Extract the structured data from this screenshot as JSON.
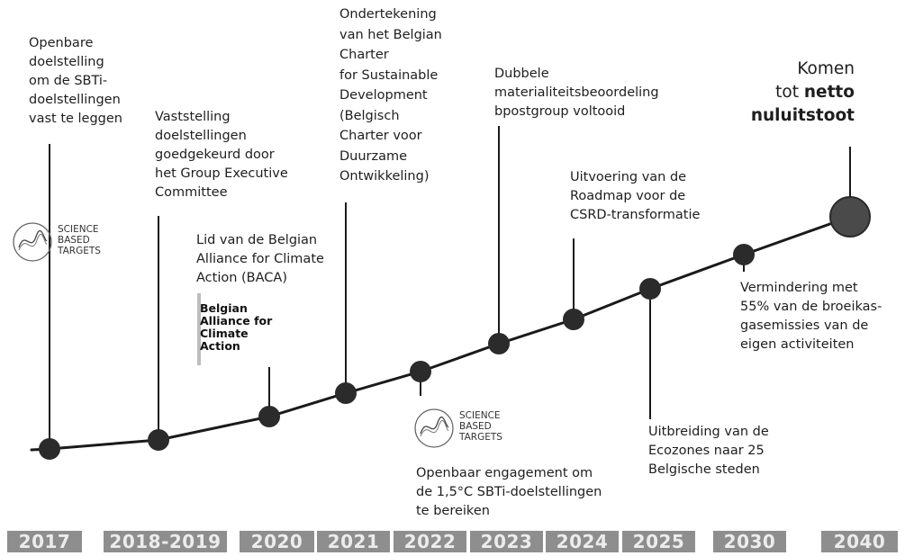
{
  "events": [
    {
      "year_label": "2017",
      "text": "Openbare\ndoelstelling\nom de SBTi-\ndoelstellingen\nvast te leggen"
    },
    {
      "year_label": "2018-2019",
      "text": "Vaststelling\ndoelstellingen\ngoedgekeurd door\nhet Group Executive\nCommittee"
    },
    {
      "year_label": "2020",
      "text": "Lid van de Belgian\nAlliance for Climate\nAction (BACA)"
    },
    {
      "year_label": "2021",
      "text": "Ondertekening\nvan het Belgian\nCharter\nfor Sustainable\nDevelopment\n(Belgisch\nCharter voor\nDuurzame\nOntwikkeling)"
    },
    {
      "year_label": "2022",
      "text": "Openbaar engagement om\nde 1,5°C SBTi-doelstellingen\nte bereiken"
    },
    {
      "year_label": "2023",
      "text": "Dubbele\nmaterialiteitsbeoordeling\nbpostgroup voltooid"
    },
    {
      "year_label": "2024",
      "text": "Uitvoering van de\nRoadmap voor de\nCSRD-transformatie"
    },
    {
      "year_label": "2025",
      "text": "Uitbreiding van de\nEcozones naar 25\nBelgische steden"
    },
    {
      "year_label": "2030",
      "text": "Vermindering met\n55% van de broeikas-\ngasemissies van de\neigen activiteiten"
    },
    {
      "year_label": "2040",
      "text_prefix": "Komen\ntot ",
      "text_bold": "netto\nnuluitstoot"
    }
  ],
  "logos": {
    "sbt_text": "SCIENCE\nBASED\nTARGETS",
    "baca_text": "Belgian\nAlliance for\nClimate\nAction"
  },
  "colors": {
    "line": "#1a1a1a",
    "dot": "#2b2b2b",
    "final_dot": "#4a4a4a",
    "year_bg": "#8e8e8e",
    "year_text": "#ececec"
  }
}
